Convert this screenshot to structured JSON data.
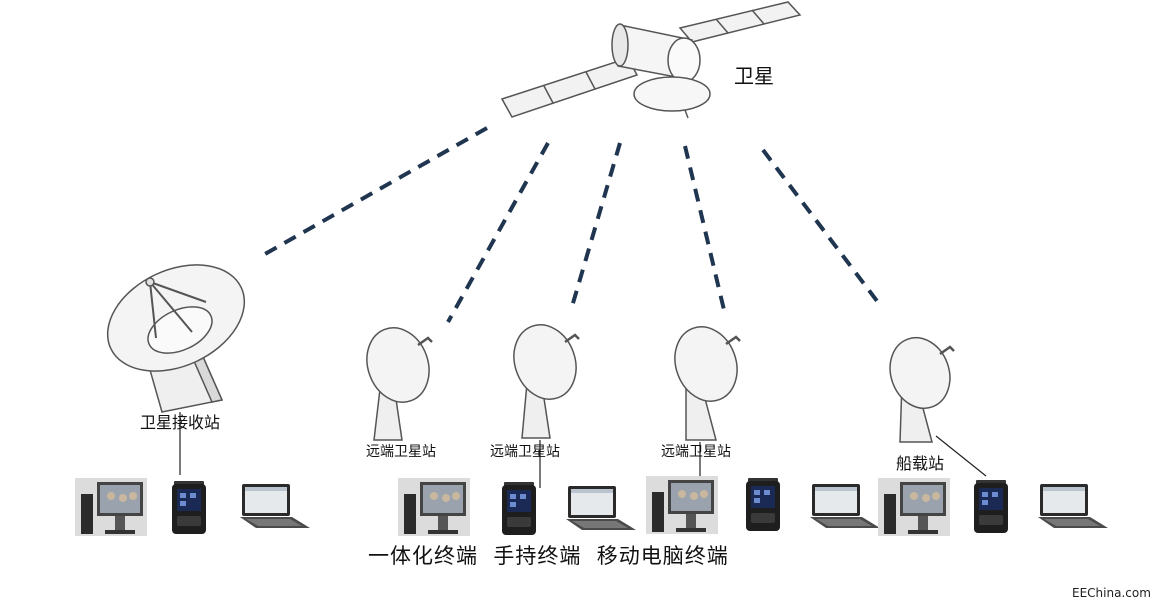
{
  "labels": {
    "satellite": "卫星",
    "receiving_station": "卫星接收站",
    "remote_station_1": "远端卫星站",
    "remote_station_2": "远端卫星站",
    "remote_station_3": "远端卫星站",
    "ship_station": "船载站",
    "terminals_caption": "一体化终端  手持终端  移动电脑终端",
    "watermark": "EEChina.com"
  },
  "colors": {
    "link_dash": "#1f3550",
    "dish_fill": "#f3f3f3",
    "dish_stroke": "#555555",
    "screen": "#1a2740"
  }
}
